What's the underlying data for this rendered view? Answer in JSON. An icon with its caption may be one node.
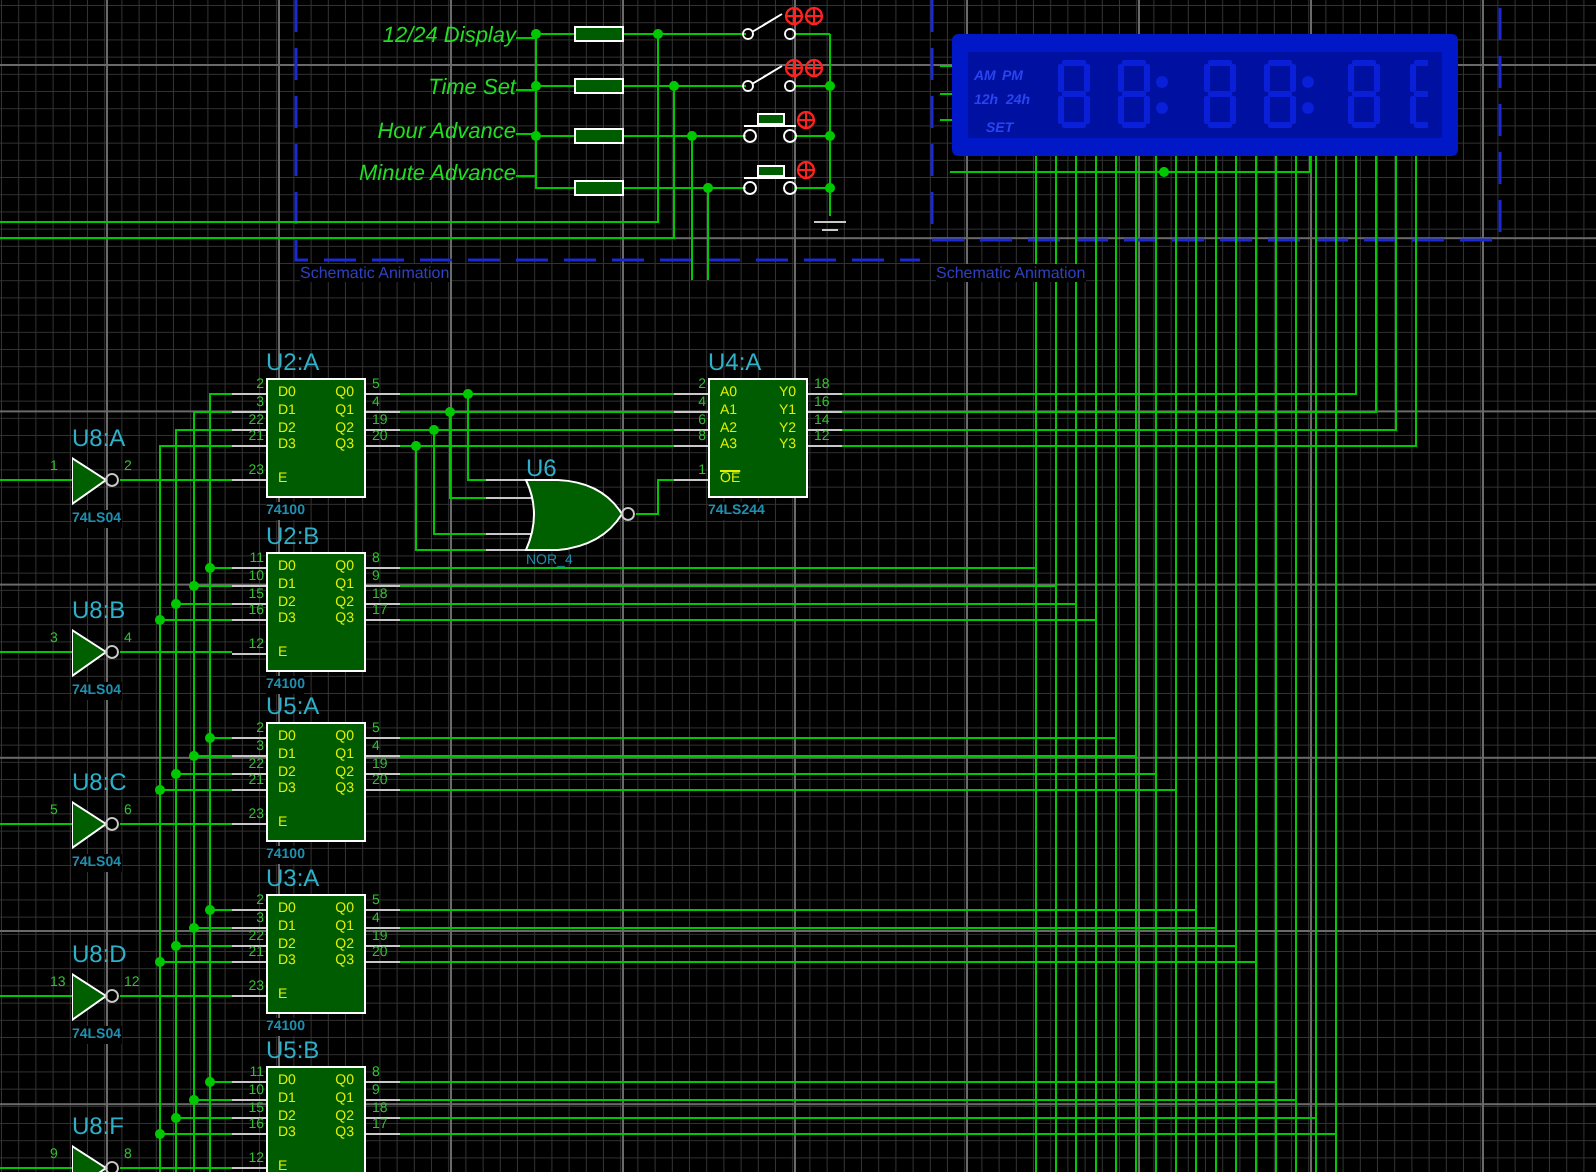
{
  "diagram": {
    "nodes": [
      {
        "text": [
          "12/24 Display"
        ]
      },
      {
        "text": [
          "Time Set"
        ]
      },
      {
        "text": [
          "Hour Advance"
        ]
      },
      {
        "text": [
          "Minute Advance"
        ]
      },
      {
        "text": [],
        "shape": "box"
      },
      {
        "text": [],
        "shape": "box"
      },
      {
        "text": [],
        "shape": "box"
      },
      {
        "text": [],
        "shape": "box"
      },
      {
        "text": [
          "AM",
          "PM",
          "12h",
          "24h",
          "SET"
        ]
      },
      {
        "text": [
          "U2:A",
          "D0",
          "D1",
          "D2",
          "D3",
          "E",
          "Q0",
          "Q1",
          "Q2",
          "Q3",
          "74100"
        ],
        "beside": [
          "2",
          "3",
          "22",
          "21",
          "23",
          "5",
          "4",
          "19",
          "20"
        ]
      },
      {
        "text": [
          "U2:B",
          "D0",
          "D1",
          "D2",
          "D3",
          "E",
          "Q0",
          "Q1",
          "Q2",
          "Q3",
          "74100"
        ],
        "beside": [
          "11",
          "10",
          "15",
          "16",
          "12",
          "8",
          "9",
          "18",
          "17"
        ]
      },
      {
        "text": [
          "U5:A",
          "D0",
          "D1",
          "D2",
          "D3",
          "E",
          "Q0",
          "Q1",
          "Q2",
          "Q3",
          "74100"
        ],
        "beside": [
          "2",
          "3",
          "22",
          "21",
          "23",
          "5",
          "4",
          "19",
          "20"
        ]
      },
      {
        "text": [
          "U3:A",
          "D0",
          "D1",
          "D2",
          "D3",
          "E",
          "Q0",
          "Q1",
          "Q2",
          "Q3",
          "74100"
        ],
        "beside": [
          "2",
          "3",
          "22",
          "21",
          "23",
          "5",
          "4",
          "19",
          "20"
        ]
      },
      {
        "text": [
          "U5:B",
          "D0",
          "D1",
          "D2",
          "D3",
          "E",
          "Q0",
          "Q1",
          "Q2",
          "Q3"
        ],
        "beside": [
          "11",
          "10",
          "15",
          "16",
          "12",
          "8",
          "9",
          "18",
          "17"
        ]
      },
      {
        "text": [
          "U4:A",
          "A0",
          "A1",
          "A2",
          "A3",
          "OE",
          "Y0",
          "Y1",
          "Y2",
          "Y3",
          "74LS244"
        ],
        "beside": [
          "2",
          "4",
          "6",
          "8",
          "1",
          "18",
          "16",
          "14",
          "12"
        ]
      },
      {
        "text": [
          "U6",
          "NOR_4"
        ]
      },
      {
        "text": [
          "U8:A",
          "74LS04"
        ],
        "beside": [
          "1",
          "2"
        ]
      },
      {
        "text": [
          "U8:B",
          "74LS04"
        ],
        "beside": [
          "3",
          "4"
        ]
      },
      {
        "text": [
          "U8:C",
          "74LS04"
        ],
        "beside": [
          "5",
          "6"
        ]
      },
      {
        "text": [
          "U8:D",
          "74LS04"
        ],
        "beside": [
          "13",
          "12"
        ]
      },
      {
        "text": [
          "U8:F"
        ],
        "beside": [
          "9",
          "8"
        ]
      }
    ],
    "edges": [
      {
        "from": 0,
        "to": 4,
        "arrow": "none"
      },
      {
        "from": 1,
        "to": 5,
        "arrow": "none"
      },
      {
        "from": 2,
        "to": 6,
        "arrow": "none"
      },
      {
        "from": 3,
        "to": 7,
        "arrow": "none"
      },
      {
        "from": 16,
        "to": 9,
        "arrow": "none"
      },
      {
        "from": 17,
        "to": 10,
        "arrow": "none"
      },
      {
        "from": 18,
        "to": 11,
        "arrow": "none"
      },
      {
        "from": 19,
        "to": 12,
        "arrow": "none"
      },
      {
        "from": 20,
        "to": 13,
        "arrow": "none"
      },
      {
        "from": 9,
        "to": 14,
        "arrow": "none"
      },
      {
        "from": 9,
        "to": 14,
        "arrow": "none"
      },
      {
        "from": 9,
        "to": 14,
        "arrow": "none"
      },
      {
        "from": 9,
        "to": 14,
        "arrow": "none"
      },
      {
        "from": 9,
        "to": 15,
        "arrow": "none"
      },
      {
        "from": 9,
        "to": 15,
        "arrow": "none"
      },
      {
        "from": 9,
        "to": 15,
        "arrow": "none"
      },
      {
        "from": 9,
        "to": 15,
        "arrow": "none"
      },
      {
        "from": 15,
        "to": 14,
        "arrow": "none"
      },
      {
        "from": 10,
        "to": 8,
        "arrow": "none"
      },
      {
        "from": 10,
        "to": 8,
        "arrow": "none"
      },
      {
        "from": 10,
        "to": 8,
        "arrow": "none"
      },
      {
        "from": 10,
        "to": 8,
        "arrow": "none"
      },
      {
        "from": 11,
        "to": 8,
        "arrow": "none"
      },
      {
        "from": 11,
        "to": 8,
        "arrow": "none"
      },
      {
        "from": 11,
        "to": 8,
        "arrow": "none"
      },
      {
        "from": 11,
        "to": 8,
        "arrow": "none"
      },
      {
        "from": 12,
        "to": 8,
        "arrow": "none"
      },
      {
        "from": 12,
        "to": 8,
        "arrow": "none"
      },
      {
        "from": 12,
        "to": 8,
        "arrow": "none"
      },
      {
        "from": 12,
        "to": 8,
        "arrow": "none"
      },
      {
        "from": 13,
        "to": 8,
        "arrow": "none"
      },
      {
        "from": 13,
        "to": 8,
        "arrow": "none"
      },
      {
        "from": 13,
        "to": 8,
        "arrow": "none"
      },
      {
        "from": 13,
        "to": 8,
        "arrow": "none"
      },
      {
        "from": 14,
        "to": 8,
        "arrow": "none"
      },
      {
        "from": 14,
        "to": 8,
        "arrow": "none"
      },
      {
        "from": 14,
        "to": 8,
        "arrow": "none"
      },
      {
        "from": 14,
        "to": 8,
        "arrow": "none"
      }
    ],
    "labels": [
      "Schematic Animation",
      "Schematic Animation"
    ]
  }
}
